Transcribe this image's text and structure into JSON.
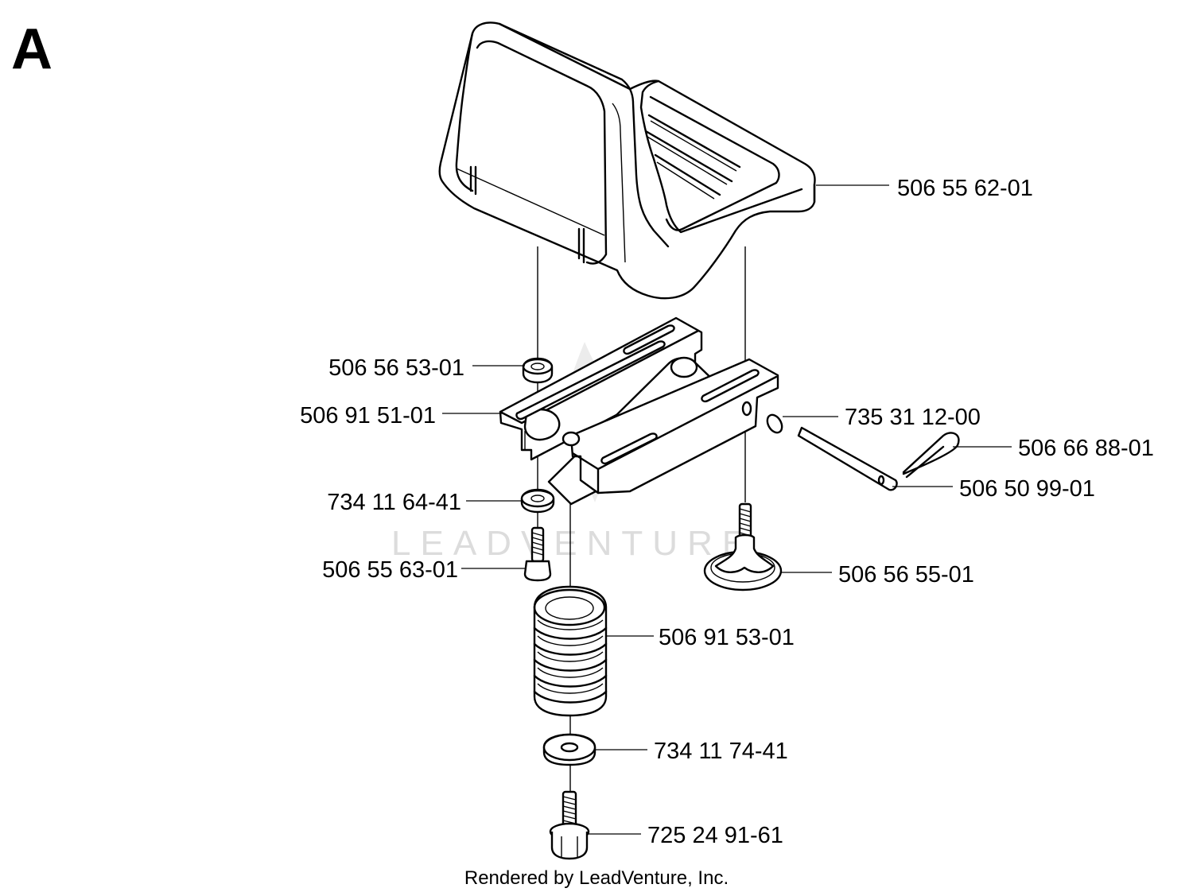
{
  "section_letter": "A",
  "watermark": "LEADVENTURE",
  "footer": "Rendered by LeadVenture, Inc.",
  "parts": [
    {
      "id": "seat",
      "number": "506 55 62-01"
    },
    {
      "id": "washer-top",
      "number": "506 56 53-01"
    },
    {
      "id": "bracket",
      "number": "506 91 51-01"
    },
    {
      "id": "e-clip",
      "number": "735 31 12-00"
    },
    {
      "id": "hair-pin",
      "number": "506 66 88-01"
    },
    {
      "id": "pivot-pin",
      "number": "506 50 99-01"
    },
    {
      "id": "washer-mid",
      "number": "734 11 64-41"
    },
    {
      "id": "bolt-short",
      "number": "506 55 63-01"
    },
    {
      "id": "knob",
      "number": "506 56 55-01"
    },
    {
      "id": "spring",
      "number": "506 91 53-01"
    },
    {
      "id": "washer-bottom",
      "number": "734 11 74-41"
    },
    {
      "id": "flange-bolt",
      "number": "725 24 91-61"
    }
  ]
}
